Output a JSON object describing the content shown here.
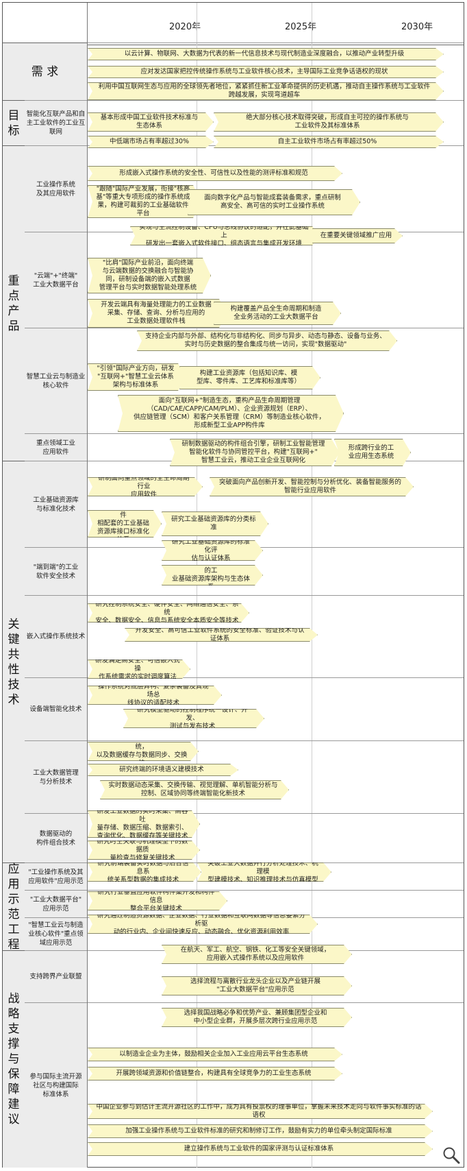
{
  "timeline": {
    "years": [
      "2020年",
      "2025年",
      "2030年"
    ]
  },
  "sections": {
    "demand": {
      "label": "需 求"
    },
    "goal": {
      "label": "目\n标"
    },
    "products": {
      "label": "重\n点\n产\n品"
    },
    "tech": {
      "label": "关\n键\n共\n性\n技\n术"
    },
    "demo": {
      "label": "应\n用\n示\n范\n工\n程"
    },
    "strategy": {
      "label": "战\n略\n支\n撑\n与\n保\n障\n建\n议"
    }
  },
  "subcategories": [
    "智能化互联产品和自\n主工业软件的工业互\n联网",
    "工业操作系统\n及其应用软件",
    "\"云端\"+\"终端\"\n工业大数据平台",
    "智慧工业云与制造业\n核心软件",
    "重点领域工业\n应用软件",
    "工业基础资源库\n与标准化技术",
    "\"端到端\"的工业\n软件安全技术",
    "嵌入式操作系统技术",
    "设备端智能化技术",
    "工业大数据管理\n与分析技术",
    "数据驱动的\n构件组合技术",
    "\"工业操作系统及其\n应用软件\"应用示范",
    "\"工业大数据平台\"\n应用示范",
    "\"智慧工业云与制造\n业核心软件\"重点领\n域应用示范",
    "支持跨界产业联盟",
    "参与国际主流开源\n社区与构建国际\n标准体系"
  ],
  "bars": [
    "以云计算、物联网、大数据为代表的新一代信息技术与现代制造业深度融合，以推动产业转型升级",
    "应对发达国家把控传统操作系统与工业软件核心技术，主导国际工业竞争话语权的现状",
    "利用中国互联网生态与应用的全球领先者地位，紧紧抓住新工业革命提供的历史机遇，推动自主操作系统与工业软件\n跨越发展，实现弯道超车",
    "基本形成中国工业软件技术标准与\n生态体系",
    "绝大部分核心技术取得突破，形成自主可控的操作系统与\n工业软件及其标准体系",
    "中低端市场占有率超过30%",
    "自主工业软件市场占有率超过50%",
    "形成嵌入式操作系统的安全性、可信性以及性能的测评标准和规范",
    "\"跟随\"国际产业发展，衔接\"核高\n基\"等重大专项形成的操作系统成\n果，构建可裁剪的工业基础软件平台",
    "面向数字化产品与智能成套装备需求，重点研制\n高安全、高可信的实时工业操作系统",
    "实现与主流控制设备、CPU与总线协议的适配，并在此基础上\n研发出一套嵌入式软件接口、组态语言与集成开发环境",
    "在重要关键领域推广应用",
    "\"比肩\"国际产业前沿，面向终端\n与云端数据的交换融合与智能协\n同，研制设备端的嵌入式数据\n管理平台与实时数据智能处理系统",
    "开发云端具有海量处理能力的工业数据\n采集、存储、查询、分析与应用的\n工业数据处理软件栈",
    "构建覆盖产品全生命周期和制造\n全业务活动的工业大数据平台",
    "支持企业内部与外部、结构化与非结构化、同步与异步、动态与静态、设备与业务、\n实时与历史数据的整合集成与统一访问，实现\"数据驱动\"",
    "\"引领\"国际产业方向，研发\n\"互联网+\"智慧工业云体系\n架构与标准体系",
    "构建工业资源库（包括知识库、模\n型库、零件库、工艺库和标准库等）",
    "面向\"互联网+\"制造生态，重构产品生命周期管理\n（CAD/CAE/CAPP/CAM/PLM）、企业资源规划（ERP）、\n供应链管理（SCM）和客户关系管理（CRM）等制造业核心软件，\n形成新型工业APP构件库",
    "研制数据驱动的构件组合引擎，研制工业智能管理\n智能化软件与协同管控平台，构建\"互联网+\"\n智慧工业云，推动工业企业互联网化",
    "形成跨行业的工\n业应用生态系统",
    "研制面向重点领域的全生命周期行业\n应用软件",
    "突破面向产品创新开发、智能控制与分析优化、装备智能服务的\n智能行业应用软件",
    "构建与自主工业软件\n相配套的工业基础\n资源库接口标准化体系",
    "研究工业基础资源库的分类标准",
    "研究工业基础资源库的标准化评\n估与认证体系",
    "布局适应中国制造环境特点的工\n业基础资源库架构与生态体系",
    "研究控制系统安全、硬件安全、网络通信安全、系统\n安全、数据安全、信息与系统安全本质安全等技术",
    "开发安全、高可信工业软件系统的安全标准、验证技术与认证体系",
    "研发满足高安全、可信嵌入式操\n作系统需求的实时调度算法",
    "操作系统对底层异构、复杂装备及其现场总\n线协议的适配技术",
    "研究模型驱动的控制程序统一设计、开发、\n测试与发布技术",
    "研究小容量的嵌入式数据库系统，\n以及数据缓存与数据同步、交换技",
    "研究终端的环境语义建模技术",
    "实时数据动态采集、交换传输、视觉理解、单机智能分析与\n控制、区域协同等终端智能化新技术",
    "研发工业数据的实时采集、高吞吐\n量存储、数据压缩、数据索引、\n查询优化、数据缓存等关键技术",
    "研究时空关联与机理模型下的数据质\n量检查与修复关键技术",
    "研究前端装备实时数据与后台信息系\n统关系型数据的集成技术",
    "突破工业大数据并行分析处理技术、机理模\n型建模技术、知识推理技术与仿真模型",
    "研究行业垂直应用软件构件集开发和构件信息\n整合平台关键技术",
    "研究通过制造资源数据、企业数据、行业数据和互联网数据等信息要素分析驱\n动的行业内、企业间快速反应、动态融合、优化资源利用效率",
    "在航天、军工、航空、钢铁、化工等安全关键领域，\n应用嵌入式操作系统以及应用软件",
    "选择流程与离散行业龙头企业以及产业链开展\n\"工业大数据平台\"应用示范",
    "选择我国战略必争和优势产业、兼顾集团型企业和\n中小型企业群，开展多层次跨行业应用示范",
    "以制造业企业为主体，鼓励相关企业加入工业应用云平台生态系统",
    "开展跨领域资源和价值链整合，构建具有全球竞争力的工业生态系统",
    "中国企业参与到估计主流开源社区的工作中，成为具有投票权的理事单位，掌握未来技术走向与软件事实标准的话语权",
    "加强工业操作系统与工业软件标准的研究和制修订工作，鼓励有实力的单位牵头制定国际标准",
    "建立操作系统与工业软件的国家评测与认证标准体系"
  ],
  "icons": {
    "zoom": "magnifier-icon"
  },
  "colors": {
    "bar_fill": "#fbf7c8",
    "bar_border": "#8a8a6a",
    "label_bg": "#ececec"
  }
}
